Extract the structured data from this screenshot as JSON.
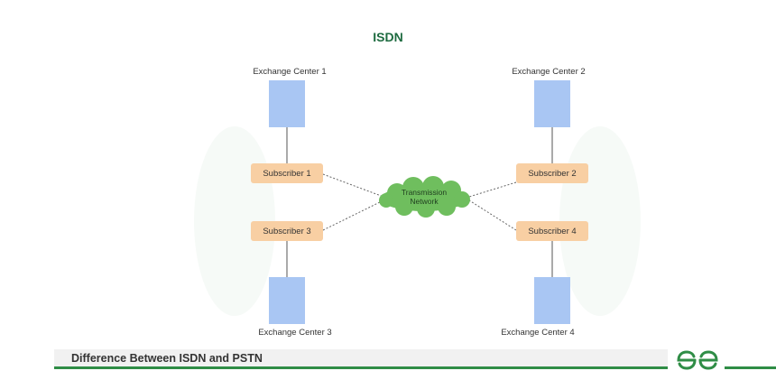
{
  "title": "ISDN",
  "exchange_centers": [
    "Exchange Center 1",
    "Exchange Center 2",
    "Exchange Center 3",
    "Exchange Center 4"
  ],
  "subscribers": [
    "Subscriber 1",
    "Subscriber 2",
    "Subscriber 3",
    "Subscriber 4"
  ],
  "network": {
    "line1": "Transmission",
    "line2": "Network"
  },
  "footer": {
    "text": "Difference Between ISDN and PSTN"
  },
  "colors": {
    "title": "#1e6b40",
    "exchange_box": "#a9c6f3",
    "subscriber_box": "#f8cfa3",
    "cloud": "#6fbe5e",
    "accent": "#2f8d46"
  },
  "logo_icon": "gfg-logo-icon"
}
